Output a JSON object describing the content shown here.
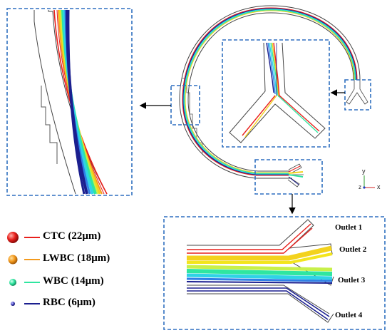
{
  "legend": [
    {
      "label": "CTC (22μm)",
      "color": "#e8201c",
      "marker": "red-sphere"
    },
    {
      "label": "LWBC (18μm)",
      "color": "#f39a1d",
      "marker": "orange-sphere"
    },
    {
      "label": "WBC (14μm)",
      "color": "#2fe6a0",
      "marker": "green-sphere"
    },
    {
      "label": "RBC (6μm)",
      "color": "#1b1f8f",
      "marker": "blue-sphere"
    }
  ],
  "outlets": [
    "Outlet 1",
    "Outlet 2",
    "Outlet 3",
    "Outlet 4"
  ],
  "axes": {
    "y": "y",
    "x": "x",
    "z": "z"
  },
  "colors": {
    "zoom_box": "#2f6fc0",
    "channel": "#444444"
  }
}
